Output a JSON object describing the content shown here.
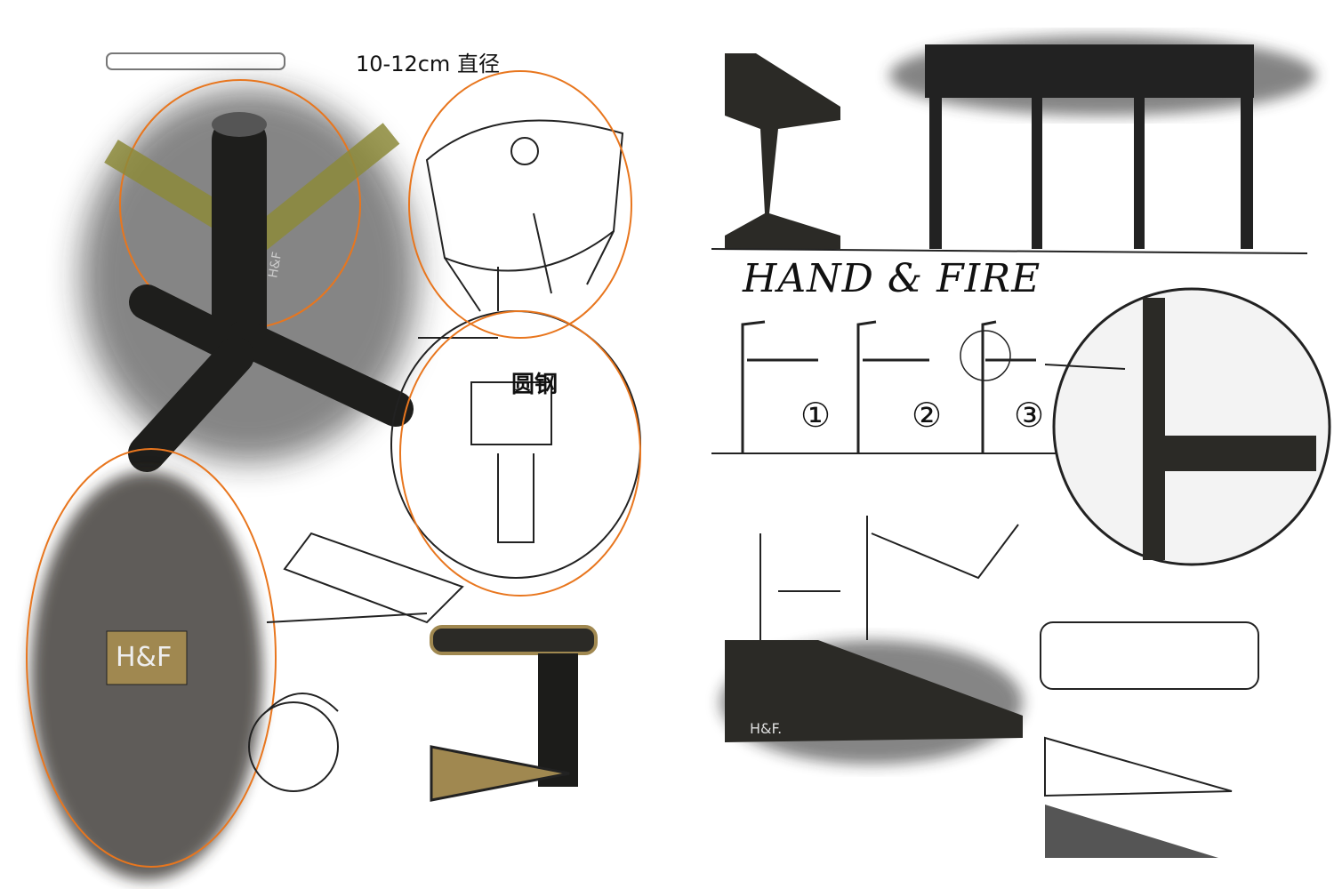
{
  "left_page": {
    "dimension_note": "10-12cm 直径",
    "material_note": "圆钢",
    "connector_mark": "H&F",
    "tube_label": "H&F"
  },
  "right_page": {
    "brand_title": "HAND & FIRE",
    "options": [
      "①",
      "②",
      "③"
    ],
    "bench_mark": "H&F."
  },
  "colors": {
    "ink": "#111111",
    "orange": "#e8761e",
    "olive": "#8c8a3a",
    "brass": "#a08850",
    "charcoal": "#2b2a26"
  }
}
